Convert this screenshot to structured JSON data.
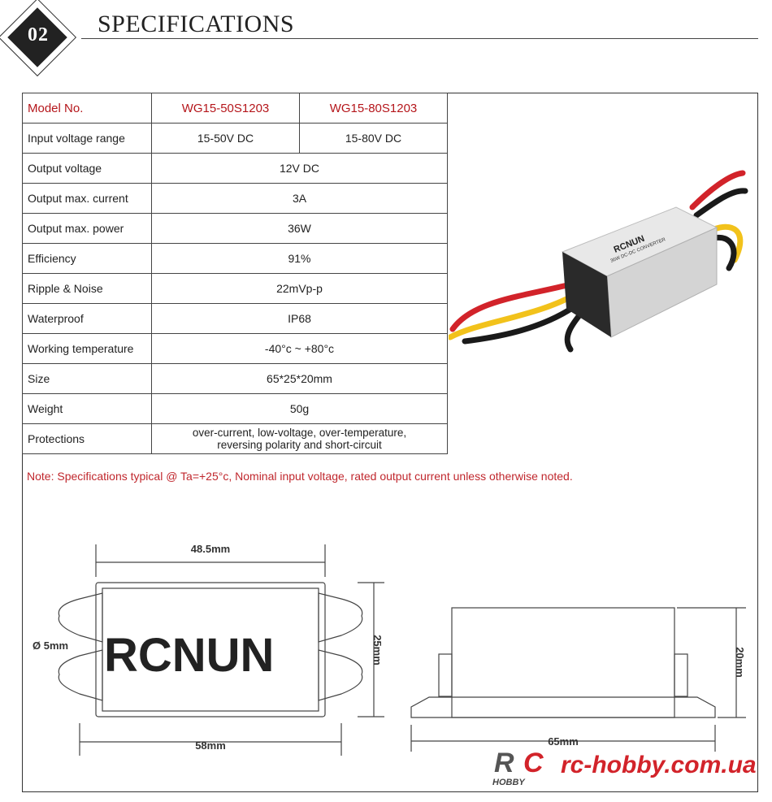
{
  "header": {
    "number": "02",
    "title": "SPECIFICATIONS"
  },
  "table": {
    "model_label": "Model No.",
    "models": [
      "WG15-50S1203",
      "WG15-80S1203"
    ],
    "input_label": "Input voltage range",
    "inputs": [
      "15-50V DC",
      "15-80V DC"
    ],
    "rows": [
      {
        "label": "Output voltage",
        "value": "12V DC"
      },
      {
        "label": "Output max. current",
        "value": "3A"
      },
      {
        "label": "Output max. power",
        "value": "36W"
      },
      {
        "label": "Efficiency",
        "value": "91%"
      },
      {
        "label": "Ripple & Noise",
        "value": "22mVp-p"
      },
      {
        "label": "Waterproof",
        "value": "IP68"
      },
      {
        "label": "Working temperature",
        "value": "-40°c ~ +80°c"
      },
      {
        "label": "Size",
        "value": "65*25*20mm"
      },
      {
        "label": "Weight",
        "value": "50g"
      }
    ],
    "protections_label": "Protections",
    "protections_line1": "over-current, low-voltage, over-temperature,",
    "protections_line2": "reversing polarity and short-circuit"
  },
  "photo": {
    "brand": "RCNUN",
    "subtitle": "36W DC-DC CONVERTER"
  },
  "note": "Note: Specifications typical @ Ta=+25°c, Nominal input voltage, rated output current unless otherwise noted.",
  "drawing": {
    "brand": "RCNUN",
    "dim_top": "48.5mm",
    "dim_bottom": "58mm",
    "dim_height": "25mm",
    "dim_diameter": "Ø 5mm",
    "side_length": "65mm",
    "side_height": "20mm"
  },
  "footer": {
    "logo_r": "R",
    "logo_c": "C",
    "logo_hobby": "HOBBY",
    "site": "rc-hobby.com.ua"
  },
  "colors": {
    "accent_red": "#c0272d",
    "site_red": "#d2232a",
    "dark": "#222222"
  }
}
